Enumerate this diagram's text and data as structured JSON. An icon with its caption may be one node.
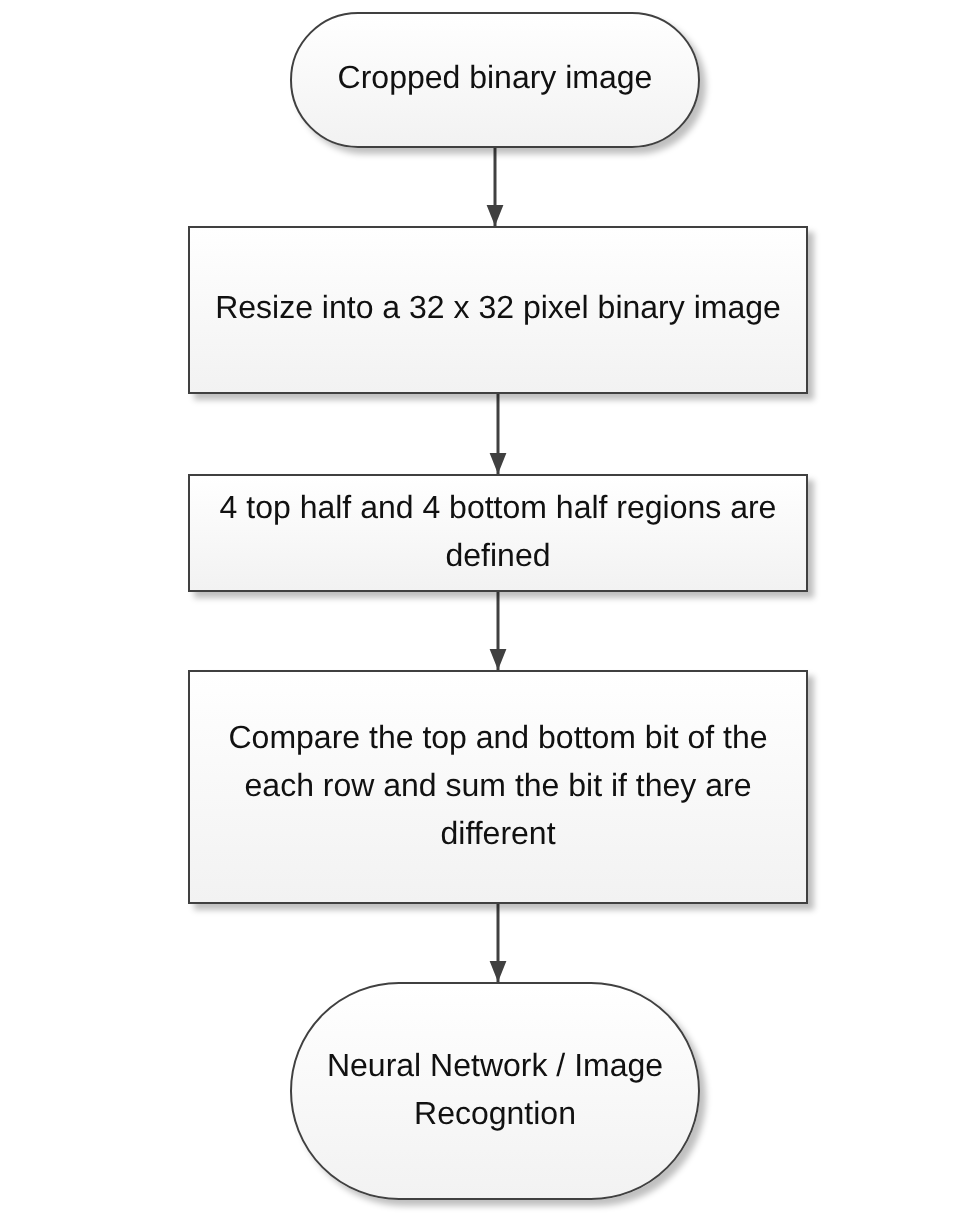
{
  "diagram": {
    "nodes": [
      {
        "text": [
          "Cropped binary image"
        ]
      },
      {
        "text": [
          "Resize into a 32 x 32 pixel binary image"
        ]
      },
      {
        "text": [
          "4 top half and 4 bottom half regions are defined"
        ]
      },
      {
        "text": [
          "Compare the top and bottom bit of the each row and sum the bit if they are different"
        ]
      },
      {
        "text": [
          "Neural Network / Image Recogntion"
        ]
      }
    ],
    "edges": [
      {
        "from": 0,
        "to": 1,
        "arrow": "to"
      },
      {
        "from": 1,
        "to": 2,
        "arrow": "to"
      },
      {
        "from": 2,
        "to": 3,
        "arrow": "to"
      },
      {
        "from": 3,
        "to": 4,
        "arrow": "to"
      }
    ]
  }
}
